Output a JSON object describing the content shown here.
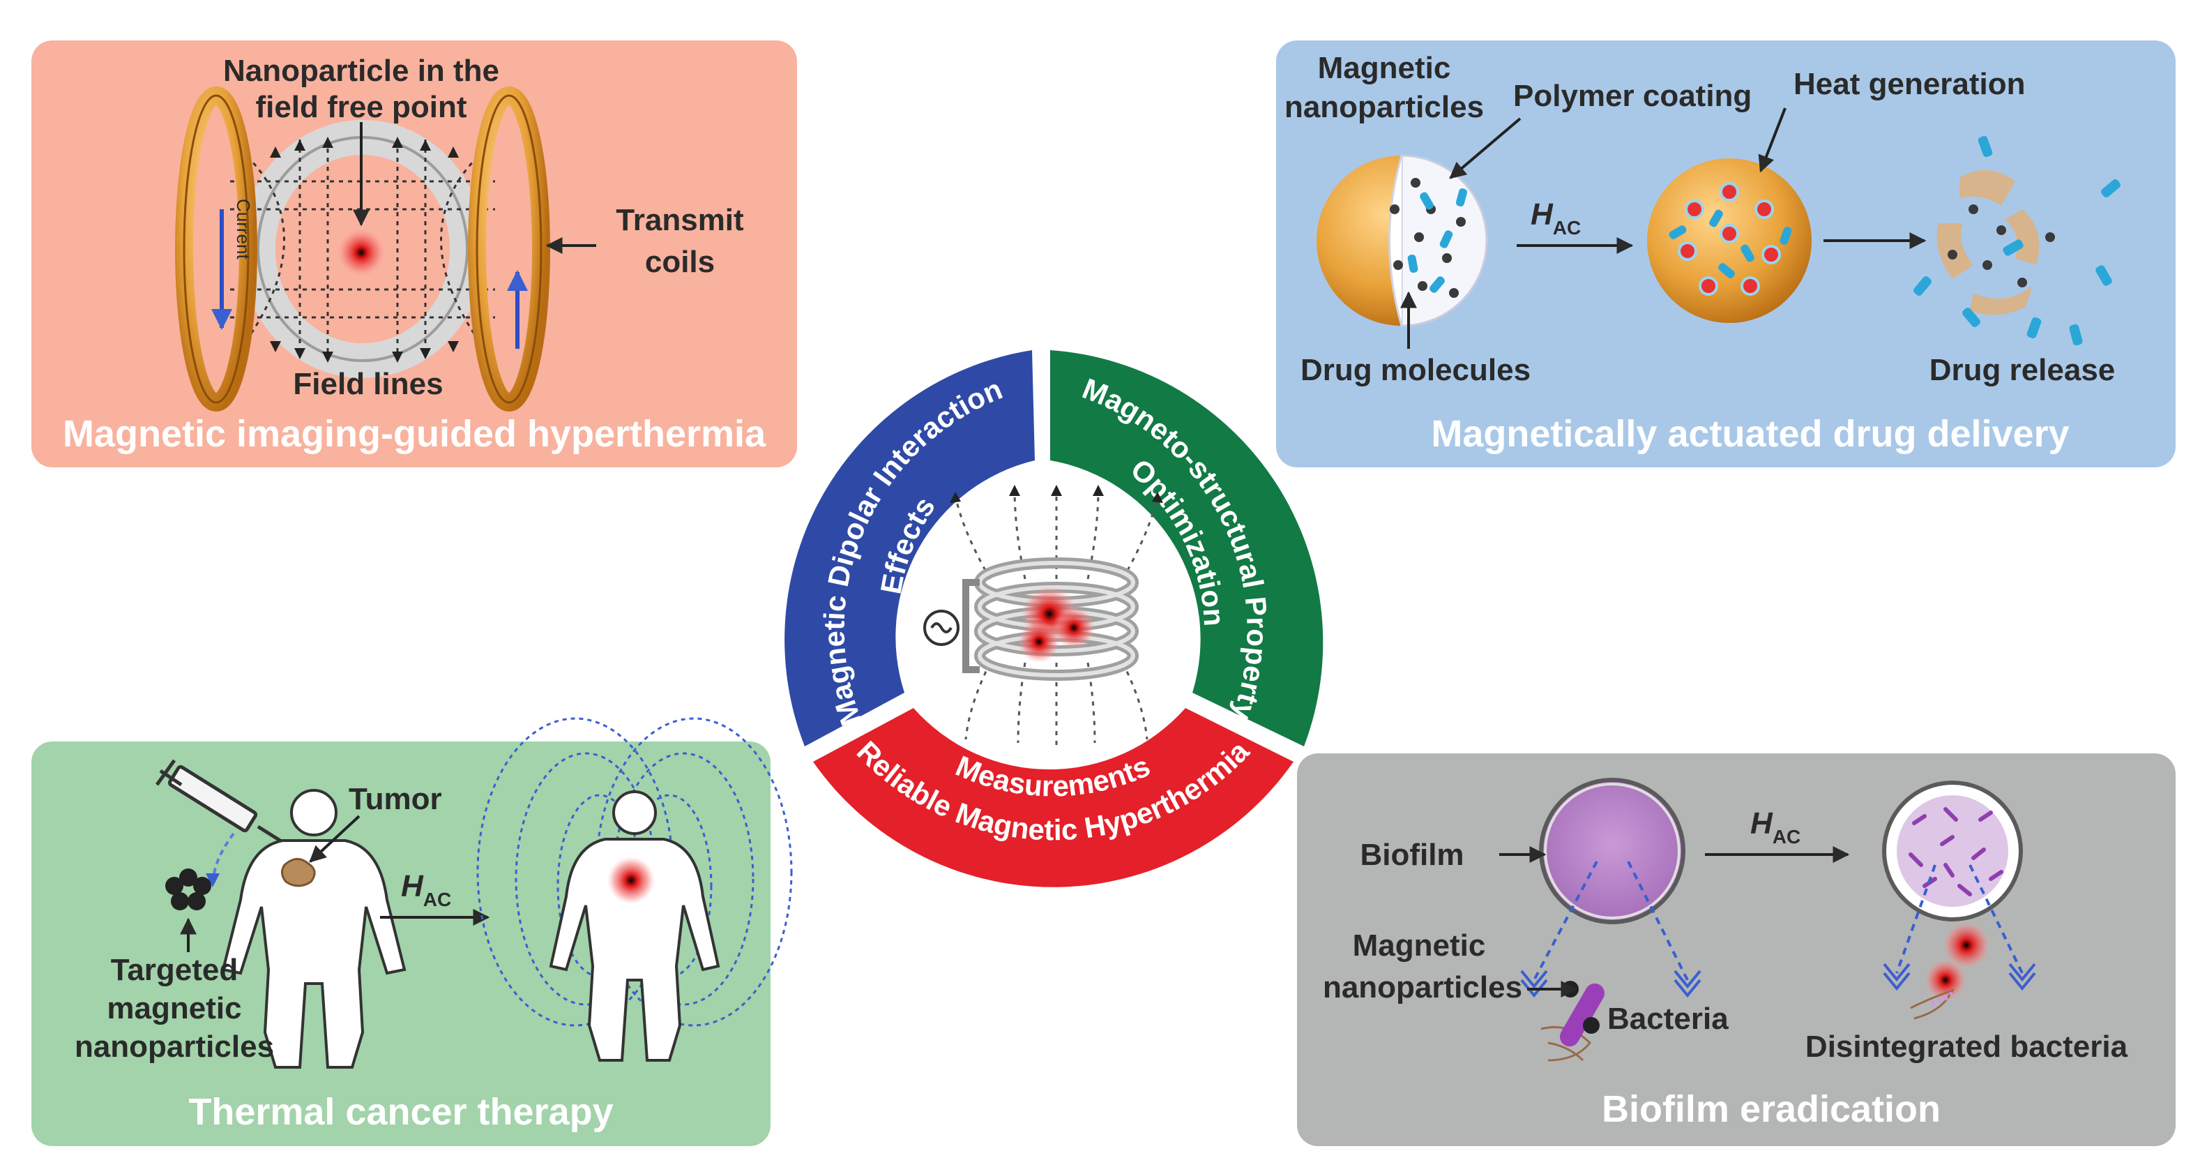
{
  "panels": {
    "imaging": {
      "title": "Magnetic imaging-guided hyperthermia",
      "label_nanoparticle_1": "Nanoparticle in the",
      "label_nanoparticle_2": "field free point",
      "label_transmit_1": "Transmit",
      "label_transmit_2": "coils",
      "label_field_lines": "Field lines",
      "label_current": "Current",
      "color": "#f8b29e"
    },
    "drug": {
      "title": "Magnetically actuated drug delivery",
      "label_magnetic_1": "Magnetic",
      "label_magnetic_2": "nanoparticles",
      "label_polymer": "Polymer coating",
      "label_heat": "Heat generation",
      "label_hac": "H",
      "label_hac_sub": "AC",
      "label_drug_molecules": "Drug molecules",
      "label_drug_release": "Drug release",
      "color": "#a9c8e8"
    },
    "cancer": {
      "title": "Thermal cancer therapy",
      "label_tumor": "Tumor",
      "label_targeted_1": "Targeted",
      "label_targeted_2": "magnetic",
      "label_targeted_3": "nanoparticles",
      "label_hac": "H",
      "label_hac_sub": "AC",
      "color": "#a2d3aa"
    },
    "biofilm": {
      "title": "Biofilm eradication",
      "label_biofilm": "Biofilm",
      "label_magnetic_1": "Magnetic",
      "label_magnetic_2": "nanoparticles",
      "label_bacteria": "Bacteria",
      "label_disintegrated": "Disintegrated bacteria",
      "label_hac": "H",
      "label_hac_sub": "AC",
      "color": "#b4b6b5"
    }
  },
  "center": {
    "dipolar_1": "Magnetic Dipolar Interaction",
    "dipolar_2": "Effects",
    "magneto_1": "Magneto-structural Property",
    "magneto_2": "Optimization",
    "reliable_1": "Reliable Magnetic Hyperthermia",
    "reliable_2": "Measurements",
    "colors": {
      "blue": "#2e4aa6",
      "green": "#127a45",
      "red": "#e4202a"
    }
  }
}
